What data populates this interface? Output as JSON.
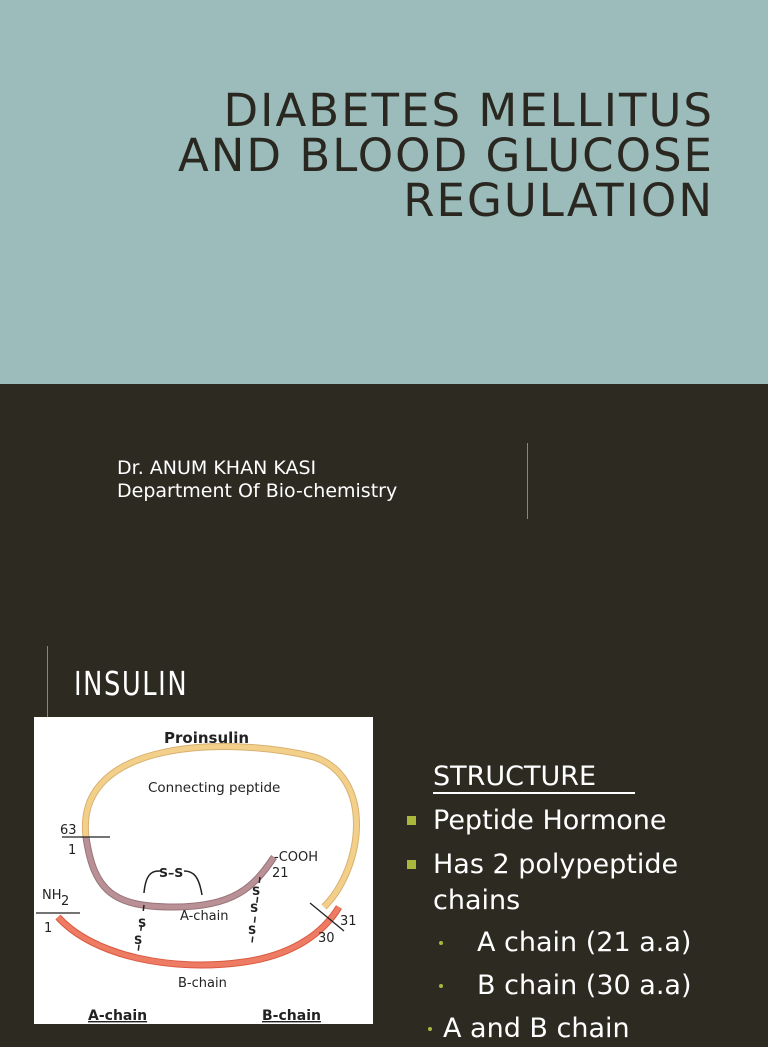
{
  "slide1": {
    "title_lines": [
      "DIABETES MELLITUS",
      "AND BLOOD GLUCOSE",
      "REGULATION"
    ],
    "author": "Dr. ANUM KHAN KASI",
    "department": "Department Of Bio-chemistry"
  },
  "slide2": {
    "title": "INSULIN",
    "diagram": {
      "heading": "Proinsulin",
      "connecting_label": "Connecting peptide",
      "label_63": "63",
      "label_1a": "1",
      "label_ss_top": "S–S",
      "label_cooh": "-COOH",
      "label_21": "21",
      "label_nh": "NH",
      "label_2sub": "2",
      "label_1b": "1",
      "label_a_chain": "A-chain",
      "label_31": "31",
      "label_30": "30",
      "label_b_chain": "B-chain",
      "label_s": "S",
      "bottom_a": "A-chain",
      "bottom_b": "B-chain",
      "colors": {
        "connecting": "#f2d08a",
        "a_chain": "#b89096",
        "b_chain": "#ee7b63"
      }
    },
    "structure_heading": "STRUCTURE",
    "bullets": [
      {
        "level": 1,
        "text": "Peptide  Hormone"
      },
      {
        "level": 1,
        "text": "Has 2 polypeptide"
      },
      {
        "level": 1,
        "text": "chains",
        "continuation": true
      },
      {
        "level": 2,
        "text": "A chain (21 a.a)"
      },
      {
        "level": 2,
        "text": "B chain (30 a.a)"
      },
      {
        "level": 3,
        "text": "A and B chain"
      }
    ],
    "bullet_colors": {
      "marker": "#a9b83a"
    }
  }
}
